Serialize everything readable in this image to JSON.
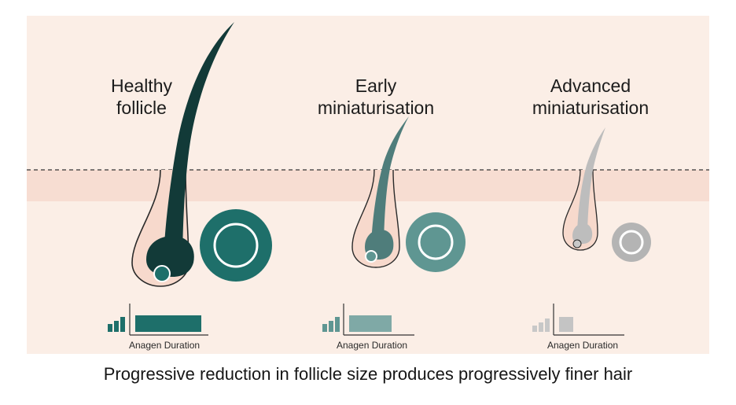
{
  "stages": [
    {
      "title": "Healthy\nfollicle",
      "bar_label": "Anagen Duration",
      "color": "#1e6f6a",
      "hair_color": "#123a38",
      "stage_level": "large"
    },
    {
      "title": "Early\nminiaturisation",
      "bar_label": "Anagen Duration",
      "color": "#5f9692",
      "hair_color": "#4f7d7b",
      "stage_level": "medium"
    },
    {
      "title": "Advanced\nminiaturisation",
      "bar_label": "Anagen Duration",
      "color": "#b4b4b4",
      "hair_color": "#bdbdbd",
      "stage_level": "small"
    }
  ],
  "caption": "Progressive reduction in follicle size produces progressively finer hair",
  "colors": {
    "background": "#fbeee6",
    "epidermis": "#f7ddd2",
    "sheath": "#f7d9cc",
    "surface_line": "#333333"
  }
}
